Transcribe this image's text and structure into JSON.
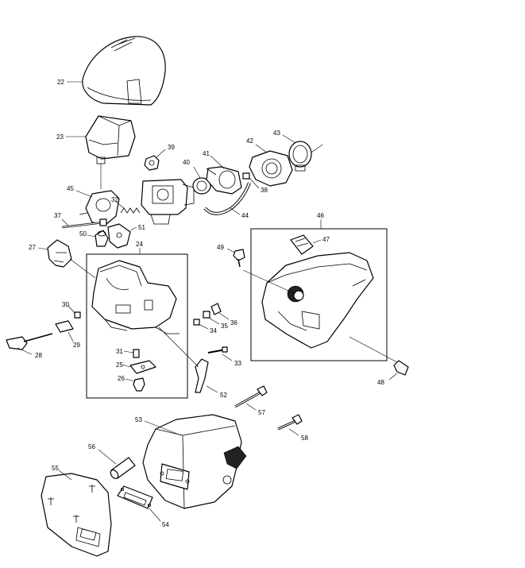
{
  "part_numbers": {
    "p22": "22",
    "p23": "23",
    "p39": "39",
    "p40": "40",
    "p41": "41",
    "p42": "42",
    "p43": "43",
    "p38": "38",
    "p44": "44",
    "p45": "45",
    "p32": "32",
    "p37": "37",
    "p51": "51",
    "p50": "50",
    "p24": "24",
    "p27": "27",
    "p46": "46",
    "p47": "47",
    "p49": "49",
    "p30": "30",
    "p34": "34",
    "p35": "35",
    "p36": "36",
    "p29": "29",
    "p28": "28",
    "p31": "31",
    "p25": "25",
    "p26": "26",
    "p33": "33",
    "p48": "48",
    "p52": "52",
    "p57": "57",
    "p53": "53",
    "p58": "58",
    "p56": "56",
    "p55": "55",
    "p54": "54"
  }
}
